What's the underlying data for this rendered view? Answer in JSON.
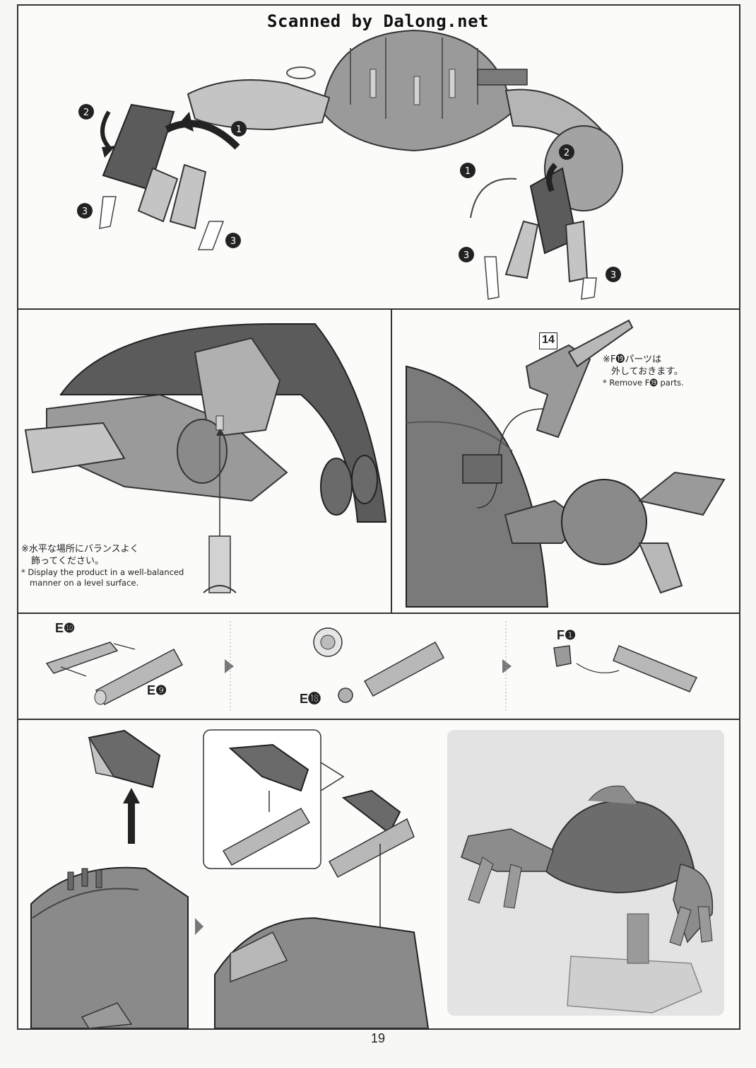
{
  "header": {
    "scanned_text": "Scanned by Dalong.net"
  },
  "page": {
    "number": "19"
  },
  "step_badges": [
    "❶",
    "❷",
    "❸"
  ],
  "panel_display": {
    "note_jp_line1": "※水平な場所にバランスよく",
    "note_jp_line2": "飾ってください。",
    "note_en_line1": "* Display the product in a well-balanced",
    "note_en_line2": "manner on a level surface."
  },
  "panel_remove": {
    "parts_box_number": "14",
    "note_jp_line1": "※F⓳パーツは",
    "note_jp_line2": "外しておきます。",
    "note_en": "* Remove F⓳ parts."
  },
  "assembly_row": {
    "part_e10": "E❿",
    "part_e9": "E❾",
    "part_e18": "E⓲",
    "part_f1": "F❶"
  },
  "colors": {
    "frame": "#333333",
    "part_dark": "#5b5b5b",
    "part_mid": "#9a9a9a",
    "part_light": "#d2d2d2",
    "photo_bg": "#e3e3e3"
  }
}
